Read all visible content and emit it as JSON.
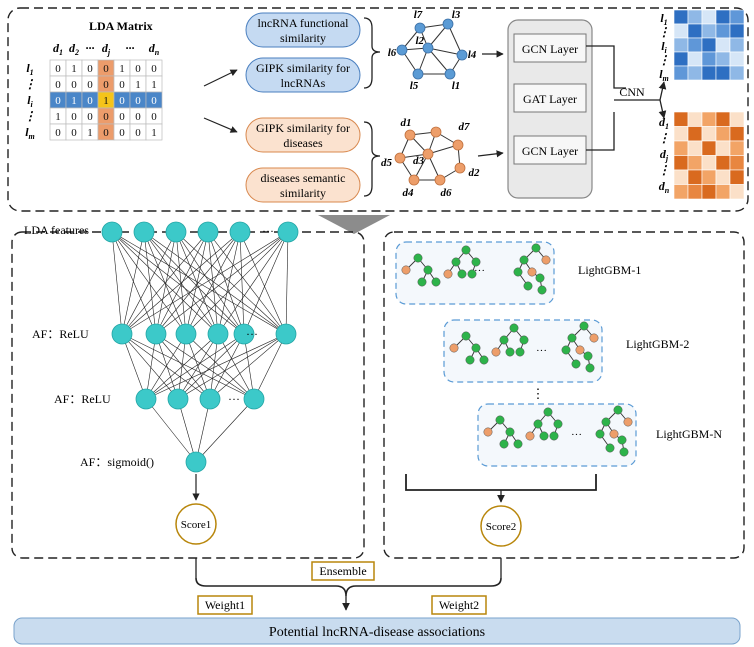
{
  "matrix": {
    "title": "LDA Matrix",
    "cols": [
      "d1",
      "d2",
      "···",
      "dj",
      "···",
      "dn"
    ],
    "rows": [
      "l1",
      "⋮",
      "li",
      "⋮",
      "lm"
    ],
    "cells": [
      [
        "0",
        "1",
        "0",
        "0",
        "1",
        "0",
        "0"
      ],
      [
        "0",
        "0",
        "0",
        "0",
        "0",
        "1",
        "1"
      ],
      [
        "0",
        "1",
        "0",
        "1",
        "0",
        "0",
        "0"
      ],
      [
        "1",
        "0",
        "0",
        "0",
        "0",
        "0",
        "0"
      ],
      [
        "0",
        "0",
        "1",
        "0",
        "0",
        "0",
        "1"
      ]
    ]
  },
  "similarity": {
    "lnc_functional": [
      "lncRNA functional",
      "similarity"
    ],
    "gipk_lnc": [
      "GIPK similarity for",
      "lncRNAs"
    ],
    "gipk_dis": [
      "GIPK similarity for",
      "diseases"
    ],
    "dis_semantic": [
      "diseases semantic",
      "similarity"
    ]
  },
  "graph_lnc_labels": [
    "l7",
    "l3",
    "l2",
    "l6",
    "l4",
    "l5",
    "l1"
  ],
  "graph_dis_labels": [
    "d1",
    "d7",
    "d5",
    "d3",
    "d2",
    "d4",
    "d6"
  ],
  "layers": {
    "gcn1": "GCN Layer",
    "gat": "GAT Layer",
    "gcn2": "GCN Layer"
  },
  "cnn_label": "CNN",
  "out_lnc_labels": [
    "l1",
    "⋮",
    "li",
    "⋮",
    "lm"
  ],
  "out_dis_labels": [
    "d1",
    "⋮",
    "dj",
    "⋮",
    "dn"
  ],
  "nn": {
    "input_label": "LDA features",
    "h1_label": "AF：ReLU",
    "h2_label": "AF：ReLU",
    "out_label": "AF：sigmoid()",
    "score": "Score1",
    "dots": "···"
  },
  "gbm": {
    "m1": "LightGBM-1",
    "m2": "LightGBM-2",
    "mn": "LightGBM-N",
    "vdots": "⋮",
    "dots": "···",
    "score": "Score2"
  },
  "ensemble": "Ensemble",
  "weight1": "Weight1",
  "weight2": "Weight2",
  "result": "Potential lncRNA-disease associations",
  "colors": {
    "blue_node": "#5b9bd5",
    "orange_node": "#ed9e6a",
    "teal_node": "#3cc9c9",
    "green_node": "#2db34a",
    "highlight_row": "#4a86c8",
    "highlight_col": "#ec9c6b",
    "highlight_cell": "#f5c41a",
    "gold_border": "#b8860b"
  }
}
